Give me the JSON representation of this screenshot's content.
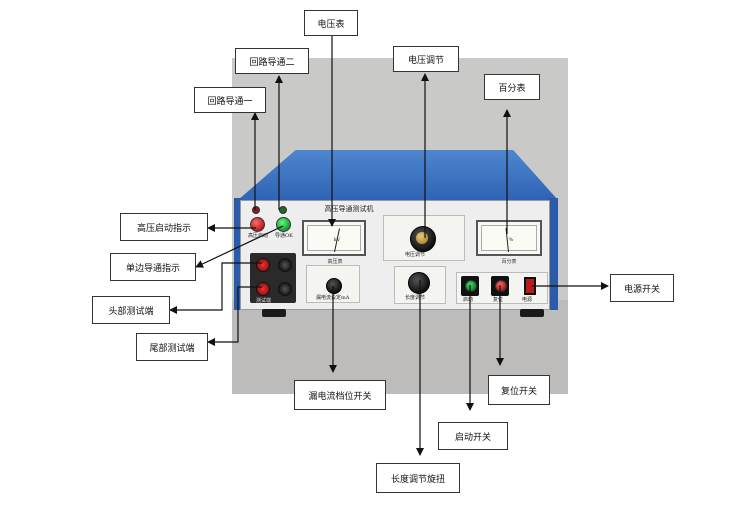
{
  "device": {
    "title": "高压导通测试机",
    "meter_left_label": "高压表",
    "meter_left_unit": "kV",
    "meter_right_label": "百分表",
    "meter_right_unit": "%",
    "knob_voltage_label": "电压调节",
    "knob_length_label": "长度调节",
    "leak_label": "漏电流设定mA",
    "test_port_label": "测试端",
    "lamp_hv_label": "高压启动",
    "lamp_ok_label": "导通OK",
    "btn_start_label": "启动",
    "btn_reset_label": "复位",
    "power_label": "电源"
  },
  "callouts": {
    "voltmeter": "电压表",
    "circuit_2": "回路导通二",
    "circuit_1": "回路导通一",
    "voltage_adjust": "电压调节",
    "percent_meter": "百分表",
    "hv_start_indicator": "高压启动指示",
    "single_side_indicator": "单边导通指示",
    "head_test_terminal": "头部测试端",
    "tail_test_terminal": "尾部测试端",
    "leak_current_switch": "漏电流档位开关",
    "power_switch": "电源开关",
    "reset_switch": "复位开关",
    "start_switch": "启动开关",
    "length_knob": "长度调节旋扭"
  }
}
